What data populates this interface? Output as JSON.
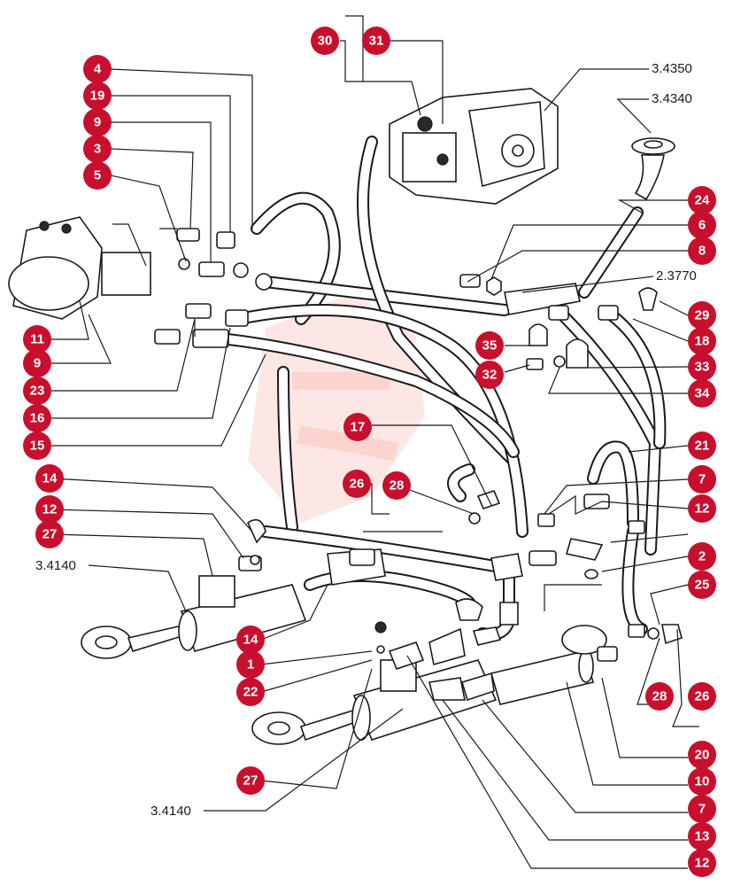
{
  "callouts": [
    "30",
    "31",
    "4",
    "19",
    "9",
    "3",
    "5",
    "24",
    "6",
    "8",
    "29",
    "18",
    "33",
    "34",
    "35",
    "32",
    "11",
    "9",
    "23",
    "16",
    "15",
    "17",
    "21",
    "26",
    "28",
    "14",
    "7",
    "12",
    "27",
    "2",
    "25",
    "14",
    "1",
    "22",
    "28",
    "26",
    "20",
    "10",
    "7",
    "13",
    "12",
    "27",
    "12"
  ],
  "references": [
    "3.4350",
    "3.4340",
    "2.3770",
    "3.4140",
    "3.4140"
  ],
  "colors": {
    "badge": "#c8102e",
    "line": "#1a1a1a",
    "watermark": "#f26b5b"
  }
}
